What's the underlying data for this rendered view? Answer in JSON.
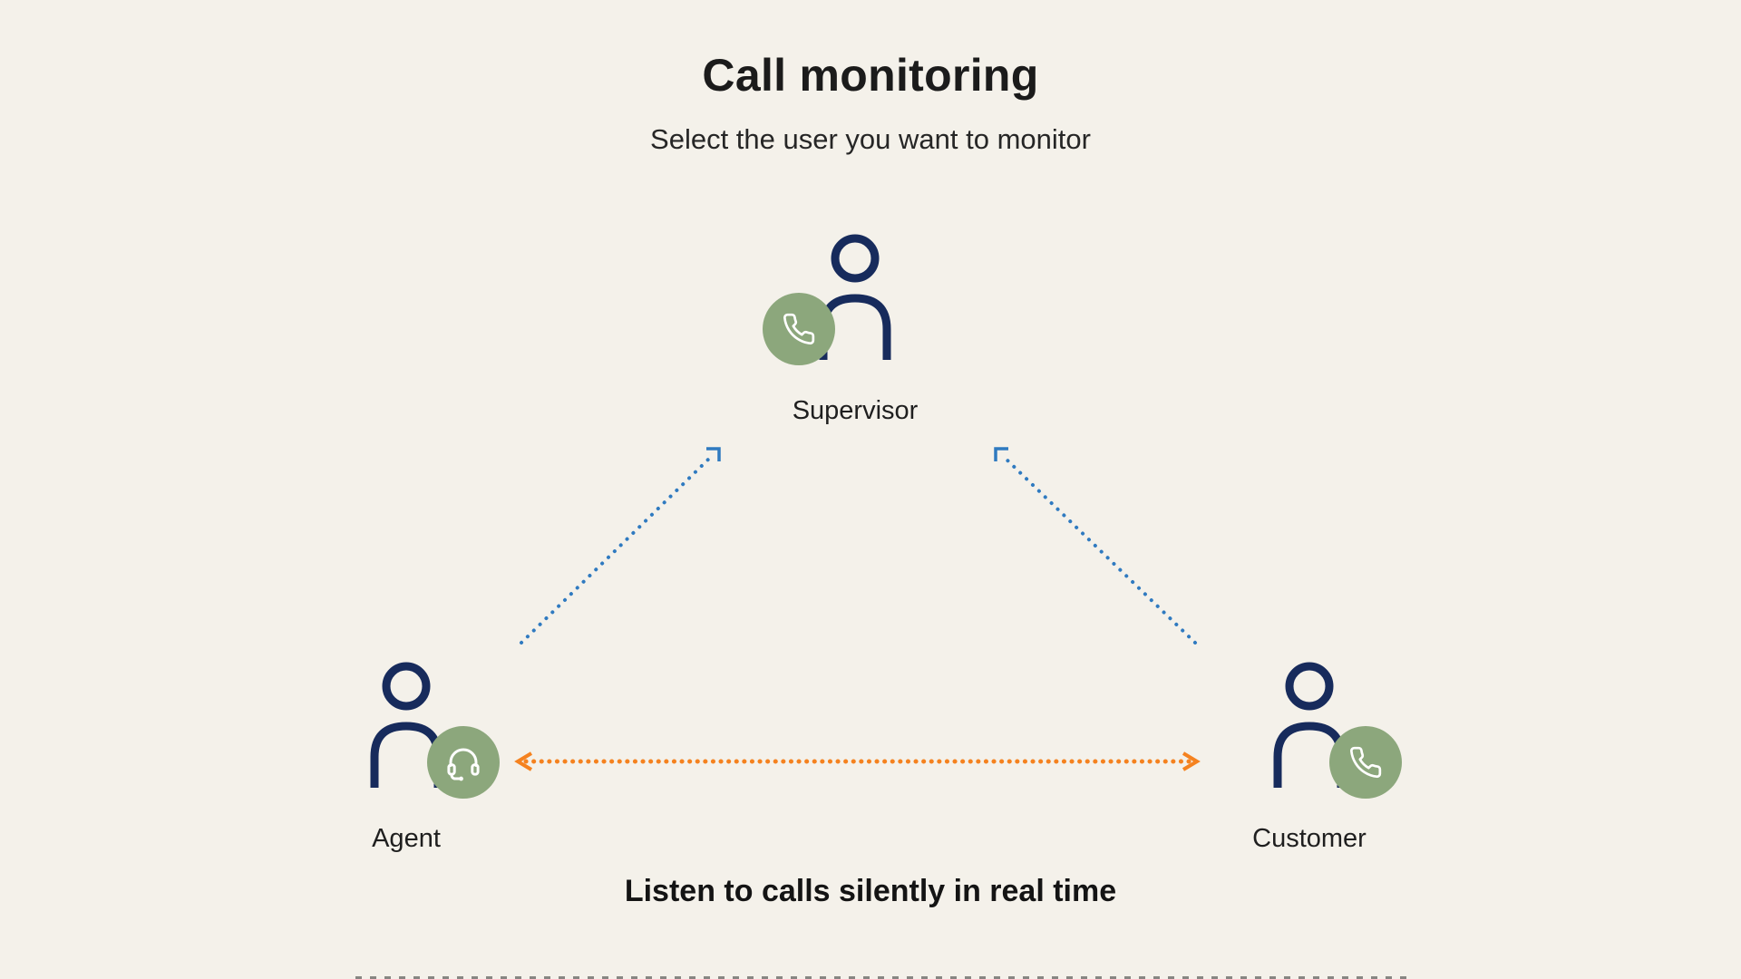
{
  "header": {
    "title": "Call monitoring",
    "subtitle": "Select the user you want to monitor"
  },
  "nodes": [
    {
      "id": "supervisor",
      "label": "Supervisor",
      "badge_icon": "phone-icon"
    },
    {
      "id": "agent",
      "label": "Agent",
      "badge_icon": "headset-icon"
    },
    {
      "id": "customer",
      "label": "Customer",
      "badge_icon": "phone-icon"
    }
  ],
  "connections": [
    {
      "from": "agent",
      "to": "supervisor",
      "style": "dotted",
      "color": "#2f7ac0",
      "bidirectional": false
    },
    {
      "from": "customer",
      "to": "supervisor",
      "style": "dotted",
      "color": "#2f7ac0",
      "bidirectional": false
    },
    {
      "from": "agent",
      "to": "customer",
      "style": "dotted",
      "color": "#f5821f",
      "bidirectional": true
    }
  ],
  "footer": {
    "tagline": "Listen to calls silently in real time"
  },
  "colors": {
    "background": "#f4f1ea",
    "person": "#172b5c",
    "badge": "#8ca77c",
    "monitor_arrow": "#2f7ac0",
    "call_arrow": "#f5821f",
    "text": "#1f1f1f"
  }
}
